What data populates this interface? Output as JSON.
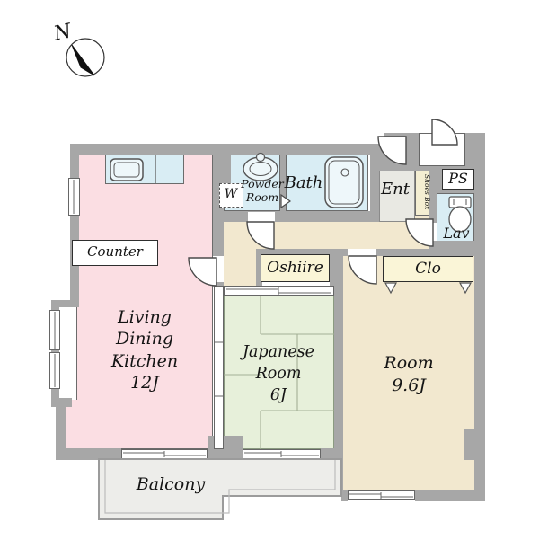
{
  "compass": {
    "label": "N"
  },
  "rooms": {
    "ldk": {
      "lines": [
        "Living",
        "Dining",
        "Kitchen",
        "12J"
      ]
    },
    "japanese": {
      "lines": [
        "Japanese",
        "Room",
        "6J"
      ]
    },
    "western": {
      "lines": [
        "Room",
        "9.6J"
      ]
    },
    "balcony": {
      "label": "Balcony"
    },
    "bath": {
      "label": "Bath"
    },
    "powder": {
      "lines": [
        "Powder",
        "Room"
      ]
    },
    "washer": {
      "label": "W"
    },
    "entrance": {
      "label": "Ent"
    },
    "shoes_box": {
      "label": "Shoes Box"
    },
    "pipe_space": {
      "label": "PS"
    },
    "lavatory": {
      "label": "Lav"
    },
    "oshiire": {
      "label": "Oshiire"
    },
    "closet": {
      "label": "Clo"
    },
    "counter": {
      "label": "Counter"
    }
  },
  "colors": {
    "wall": "#a7a7a7",
    "ldk_pink": "#fbdee3",
    "water_blue": "#d9edf4",
    "tatami_green": "#e7f0da",
    "room_tan": "#f2e8cf",
    "closet_yellow": "#faf5d7",
    "balcony_gray": "#ededea"
  }
}
